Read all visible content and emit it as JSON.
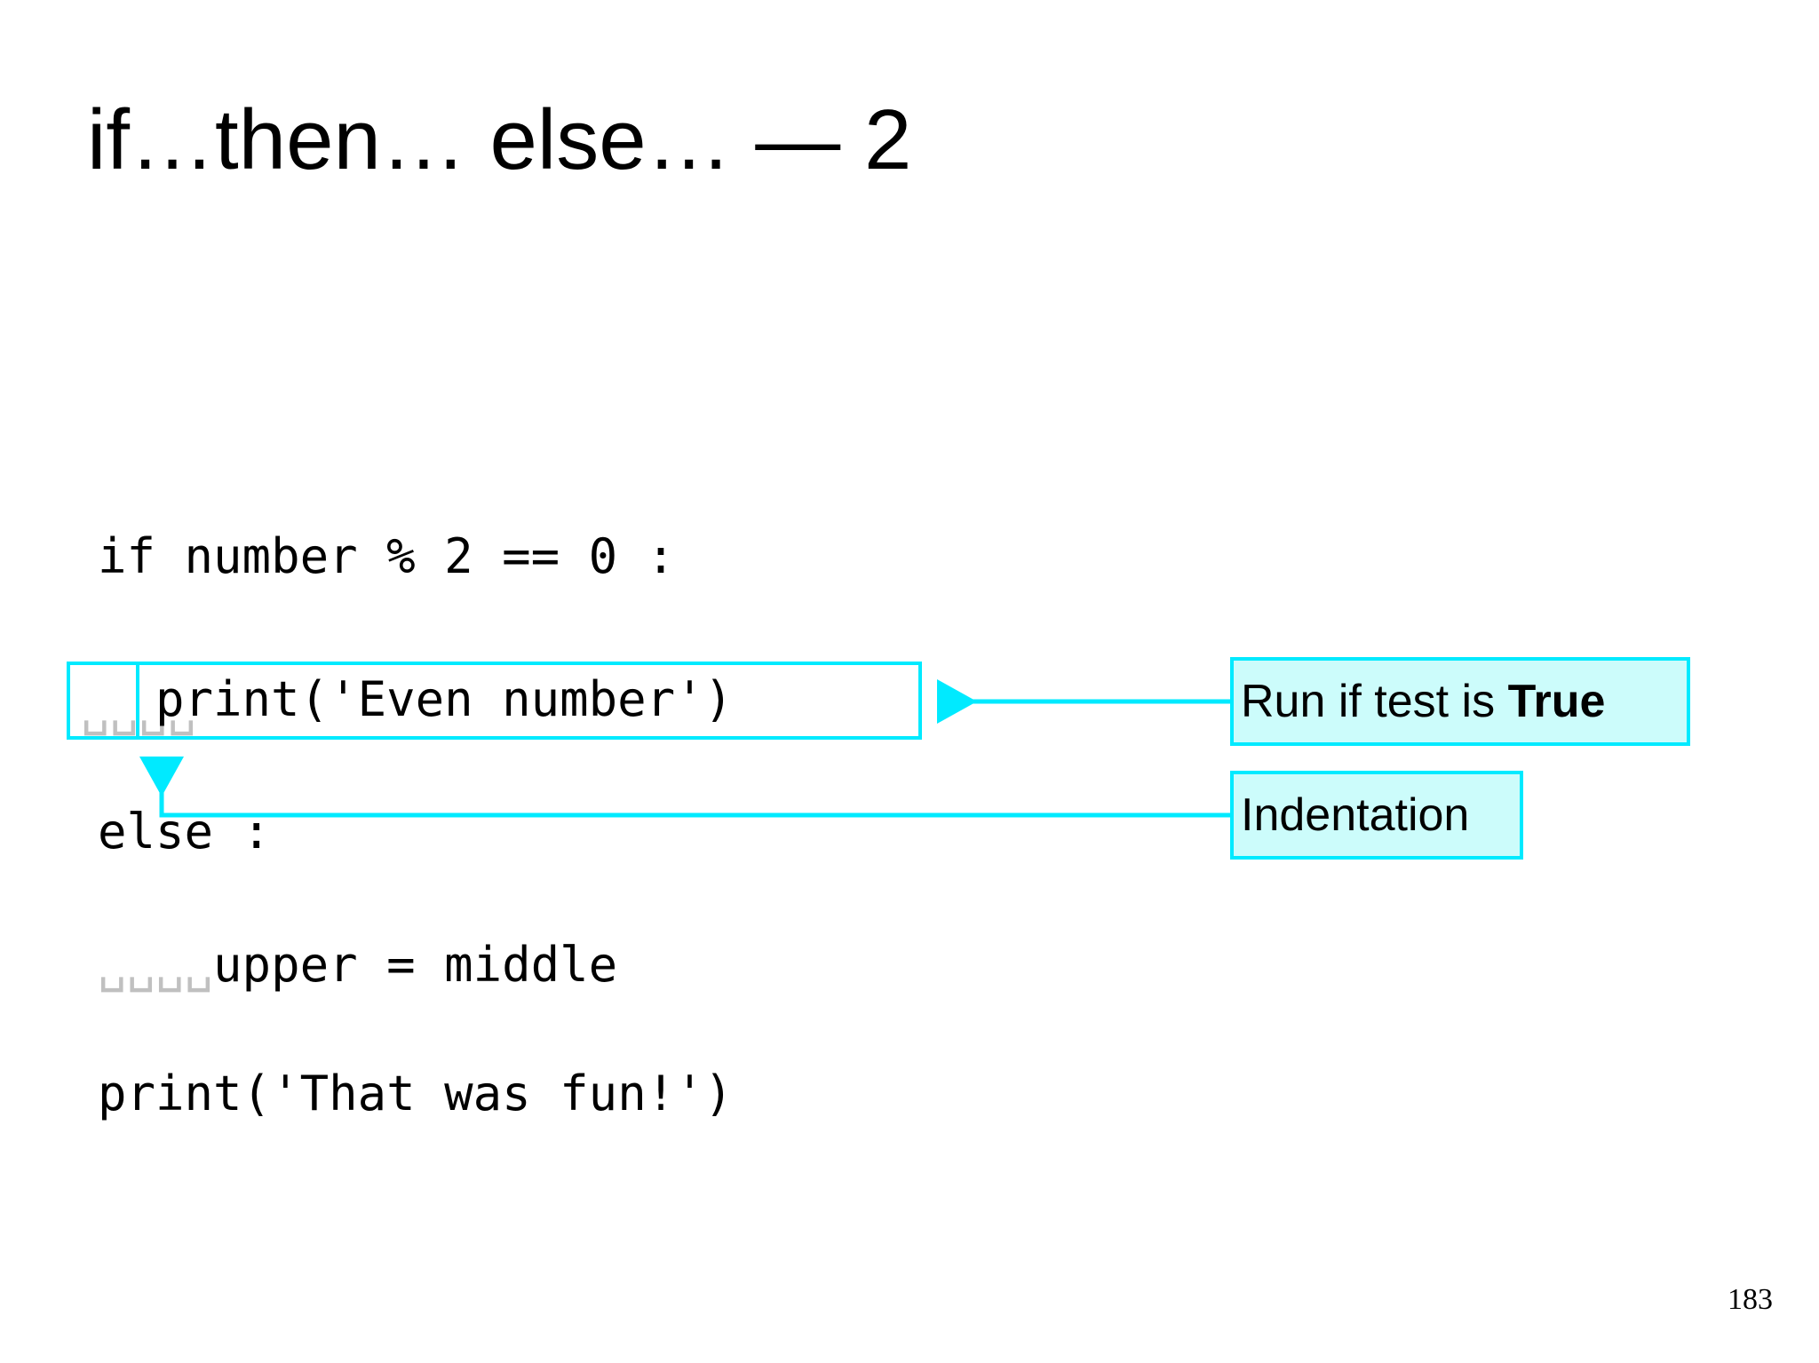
{
  "slide": {
    "title": "if…then… else… — 2",
    "page_number": "183"
  },
  "code": {
    "line_if": "if number % 2 == 0 :",
    "line_else": "else :",
    "line_upper_indent": "␣␣␣␣",
    "line_upper_code": "upper = middle",
    "line_fun": "print('That was fun!')",
    "print_indent": "␣␣␣␣",
    "print_code": "print('Even number')"
  },
  "callouts": {
    "run_if_true_prefix": "Run if test is ",
    "run_if_true_bold": "True",
    "indentation": "Indentation"
  },
  "colors": {
    "accent_border": "#00eaff",
    "callout_fill": "#ccfcfb",
    "whitespace_glyph": "#c0c0c0",
    "text": "#000000",
    "background": "#ffffff"
  }
}
